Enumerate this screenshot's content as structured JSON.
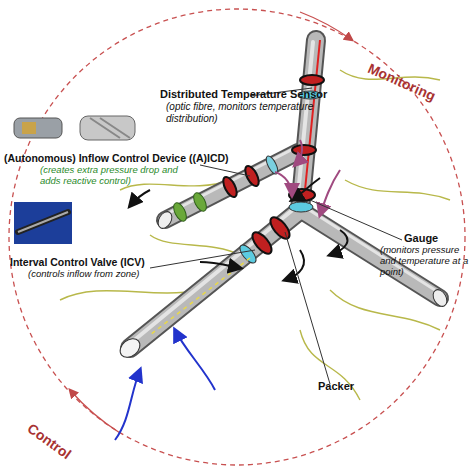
{
  "diagram": {
    "labels": [
      "Monitoring",
      "Distributed Temperature Sensor",
      "(optic fibre, monitors temperature distribution)",
      "(Autonomous) Inflow Control Device ((A)ICD)",
      "(creates extra pressure drop and adds reactive control)",
      "Gauge",
      "(monitors pressure and temperature at a point)",
      "Interval Control Valve (ICV)",
      "(controls inflow from zone)",
      "Packer",
      "Control"
    ]
  }
}
